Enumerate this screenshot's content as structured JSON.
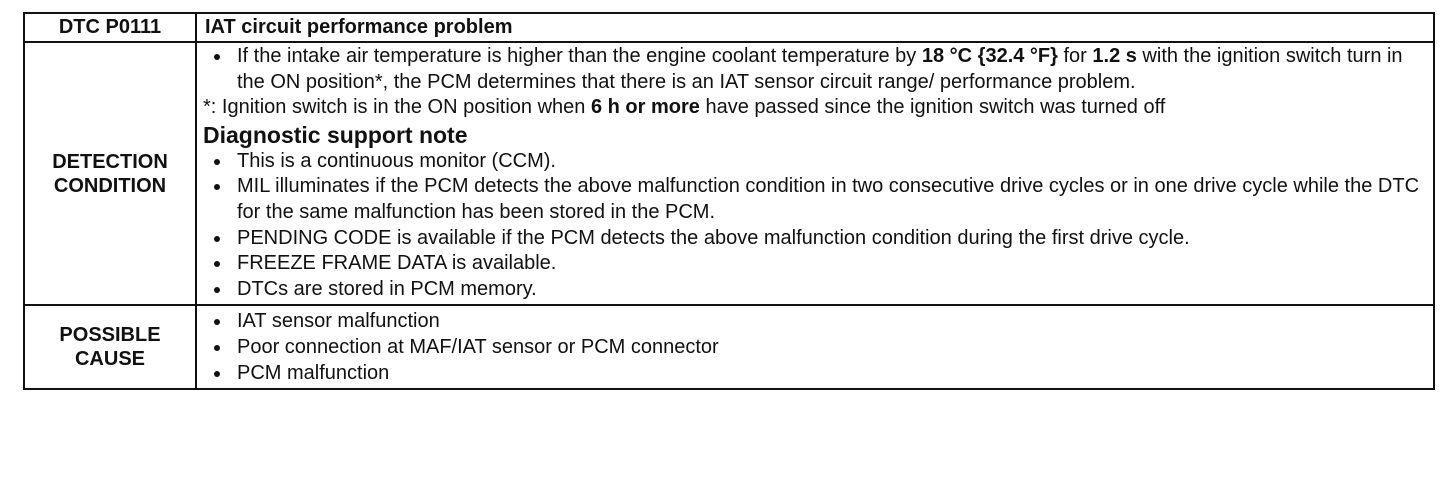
{
  "header": {
    "code": "DTC P0111",
    "title": "IAT circuit performance problem"
  },
  "detection": {
    "label_line1": "DETECTION",
    "label_line2": "CONDITION",
    "bullet1": {
      "t1": "If the intake air temperature is higher than the engine coolant temperature by ",
      "b1": "18 °C {32.4 °F}",
      "t2": " for ",
      "b2": "1.2 s",
      "t3": " with the ignition switch turn in the ON position*, the PCM determines that there is an IAT sensor circuit range/ performance problem."
    },
    "note": {
      "t1": "*: Ignition switch is in the ON position when ",
      "b1": "6 h or more",
      "t2": " have passed since the ignition switch was turned off"
    },
    "support_heading": "Diagnostic support note",
    "support_items": [
      "This is a continuous monitor (CCM).",
      "MIL illuminates if the PCM detects the above malfunction condition in two consecutive drive cycles or in one drive cycle while the DTC for the same malfunction has been stored in the PCM.",
      "PENDING CODE is available if the PCM detects the above malfunction condition during the first drive cycle.",
      "FREEZE FRAME DATA is available.",
      "DTCs are stored in PCM memory."
    ]
  },
  "cause": {
    "label_line1": "POSSIBLE",
    "label_line2": "CAUSE",
    "items": [
      "IAT sensor malfunction",
      "Poor connection at MAF/IAT sensor or PCM connector",
      "PCM malfunction"
    ]
  }
}
